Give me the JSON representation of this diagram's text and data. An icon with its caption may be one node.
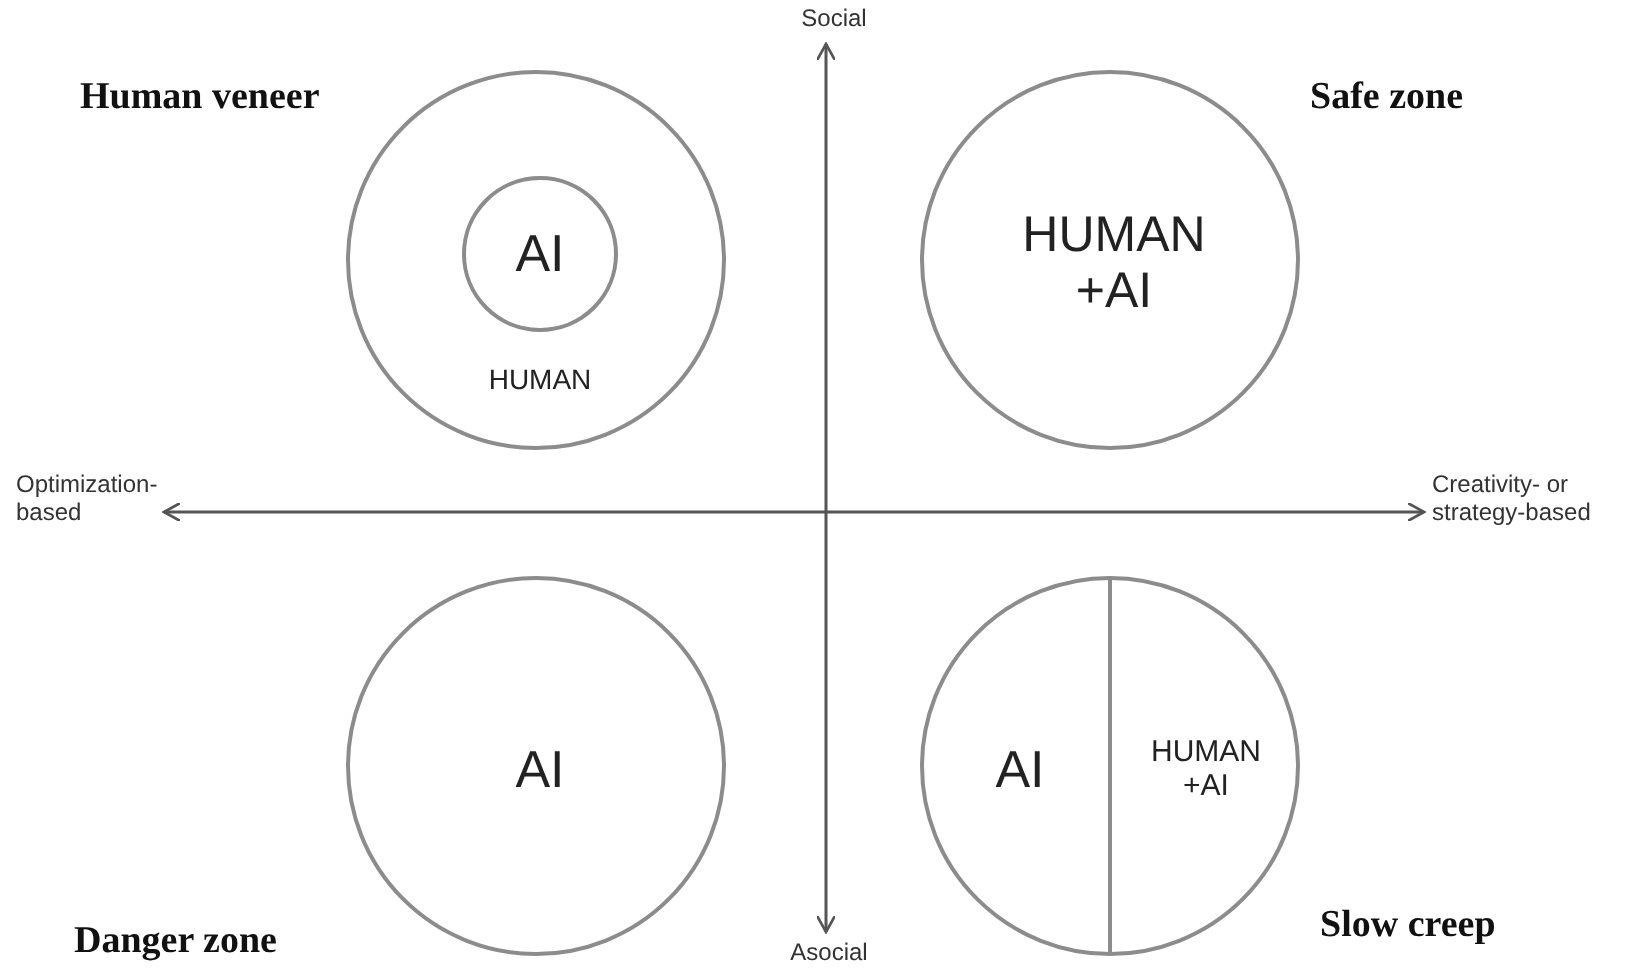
{
  "diagram": {
    "nodes": [
      {
        "text": [
          "HUMAN"
        ],
        "beside": [
          "Human veneer"
        ]
      },
      {
        "text": [
          "AI"
        ],
        "in": 0
      },
      {
        "text": [
          "HUMAN +AI"
        ],
        "beside": [
          "Safe zone"
        ]
      },
      {
        "text": [
          "AI"
        ],
        "beside": [
          "Danger zone"
        ]
      },
      {
        "text": [
          "AI",
          "HUMAN +AI"
        ],
        "beside": [
          "Slow creep"
        ]
      }
    ],
    "labels": [
      "Social",
      "Optimization- based",
      "Creativity- or strategy-based",
      "Asocial"
    ]
  }
}
